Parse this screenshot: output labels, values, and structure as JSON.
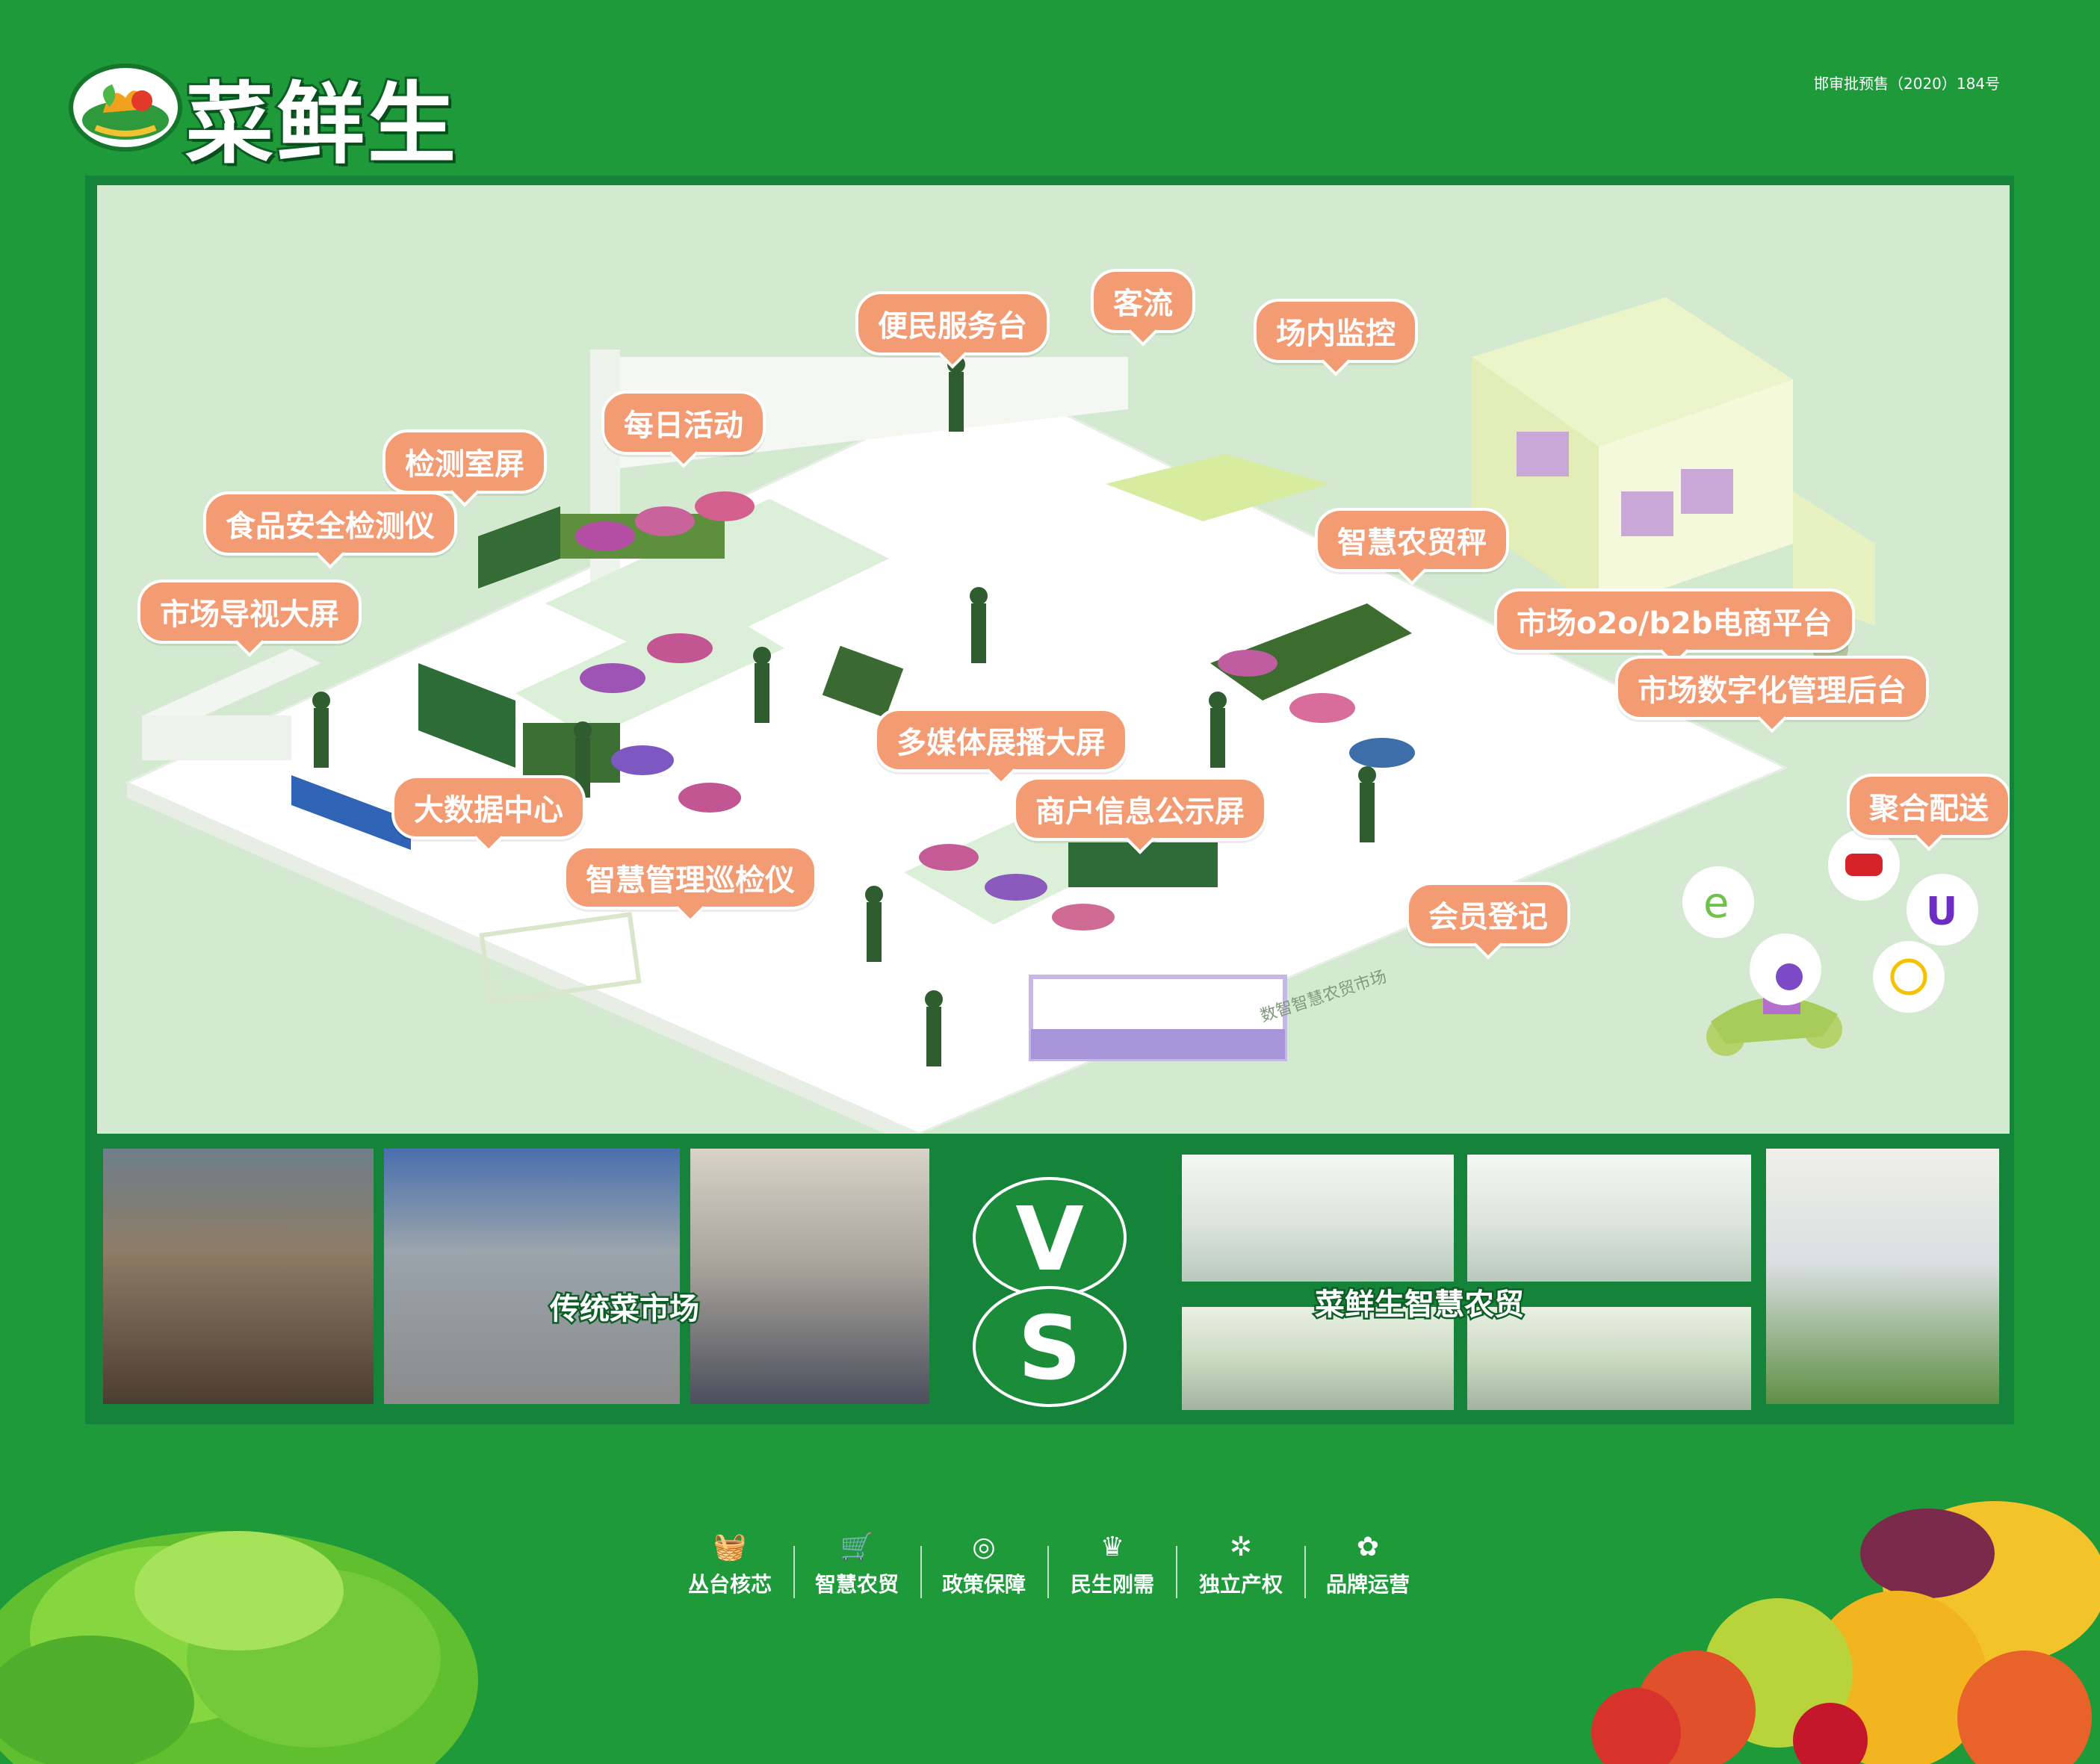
{
  "brand": {
    "name": "菜鲜生",
    "permit": "邯审批预售（2020）184号"
  },
  "map_labels": [
    {
      "id": "service-desk",
      "text": "便民服务台"
    },
    {
      "id": "traffic",
      "text": "客流"
    },
    {
      "id": "monitor",
      "text": "场内监控"
    },
    {
      "id": "daily",
      "text": "每日活动"
    },
    {
      "id": "lab-screen",
      "text": "检测室屏"
    },
    {
      "id": "food-test",
      "text": "食品安全检测仪"
    },
    {
      "id": "guide-screen",
      "text": "市场导视大屏"
    },
    {
      "id": "scale",
      "text": "智慧农贸秤"
    },
    {
      "id": "o2o",
      "text": "市场o2o/b2b电商平台"
    },
    {
      "id": "backend",
      "text": "市场数字化管理后台"
    },
    {
      "id": "media",
      "text": "多媒体展播大屏"
    },
    {
      "id": "bigdata",
      "text": "大数据中心"
    },
    {
      "id": "merchant",
      "text": "商户信息公示屏"
    },
    {
      "id": "delivery",
      "text": "聚合配送"
    },
    {
      "id": "patrol",
      "text": "智慧管理巡检仪"
    },
    {
      "id": "member",
      "text": "会员登记"
    }
  ],
  "map_small_text": {
    "sign": "数智智慧农贸市场"
  },
  "comparison": {
    "left_label": "传统菜市场",
    "right_label": "菜鲜生智慧农贸",
    "v": "V",
    "s": "S"
  },
  "features": [
    {
      "icon": "basket-icon",
      "glyph": "🧺",
      "label": "丛台核芯"
    },
    {
      "icon": "cart-icon",
      "glyph": "🛒",
      "label": "智慧农贸"
    },
    {
      "icon": "seal-icon",
      "glyph": "◎",
      "label": "政策保障"
    },
    {
      "icon": "crown-icon",
      "glyph": "♛",
      "label": "民生刚需"
    },
    {
      "icon": "pinwheel-icon",
      "glyph": "✲",
      "label": "独立产权"
    },
    {
      "icon": "flower-icon",
      "glyph": "✿",
      "label": "品牌运营"
    }
  ],
  "colors": {
    "background": "#1f9a3b",
    "panel": "#15843a",
    "map": "#d3ead0",
    "callout": "#f39b73"
  }
}
